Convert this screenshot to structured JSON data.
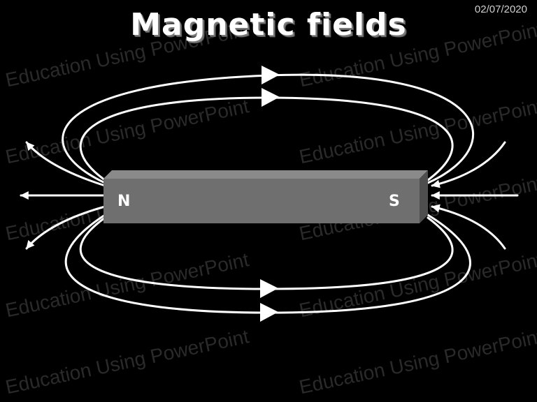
{
  "slide": {
    "title": "Magnetic fields",
    "date": "02/07/2020",
    "watermark": "Education Using PowerPoint",
    "magnet": {
      "north_label": "N",
      "south_label": "S"
    },
    "colors": {
      "background": "#000000",
      "field_lines": "#ffffff",
      "magnet_front": "#6f6f6f",
      "magnet_top": "#8a8a8a",
      "magnet_side": "#4e4e4e",
      "watermark": "#2a2a2a"
    }
  }
}
